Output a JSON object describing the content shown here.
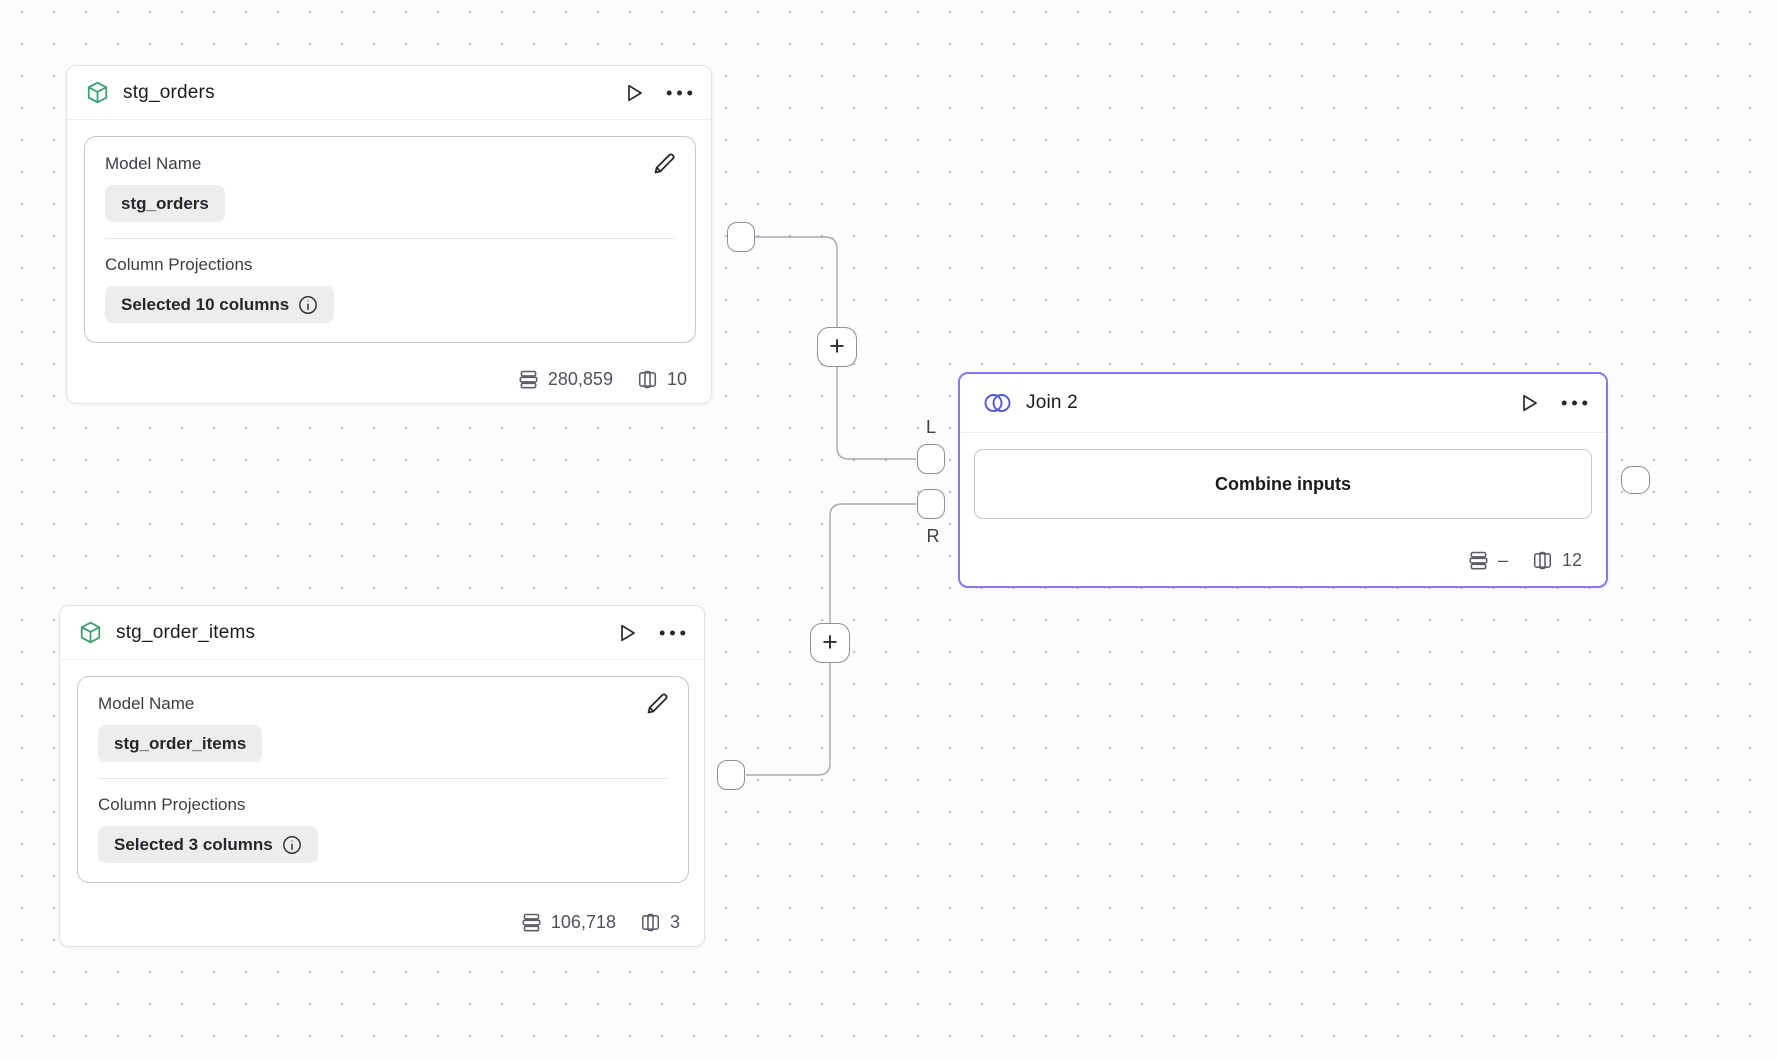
{
  "nodes": {
    "stg_orders": {
      "title": "stg_orders",
      "model_name": {
        "label": "Model Name",
        "value": "stg_orders"
      },
      "column_projections": {
        "label": "Column Projections",
        "value": "Selected 10 columns"
      },
      "stats": {
        "rows": "280,859",
        "columns": "10"
      }
    },
    "stg_order_items": {
      "title": "stg_order_items",
      "model_name": {
        "label": "Model Name",
        "value": "stg_order_items"
      },
      "column_projections": {
        "label": "Column Projections",
        "value": "Selected 3 columns"
      },
      "stats": {
        "rows": "106,718",
        "columns": "3"
      }
    },
    "join_2": {
      "title": "Join 2",
      "button_label": "Combine inputs",
      "stats": {
        "rows": "–",
        "columns": "12"
      }
    }
  },
  "connections": {
    "left_label": "L",
    "right_label": "R",
    "add_step_label": "+"
  },
  "icons": {
    "model_type": "cube-icon",
    "join_type": "join-circles-icon",
    "run": "play-icon",
    "menu": "ellipsis-icon",
    "edit": "pencil-icon",
    "info": "info-icon",
    "rows": "table-rows-icon",
    "columns": "table-columns-icon"
  },
  "colors": {
    "model_accent_green": "#3e9e70",
    "join_border_purple": "#8678f3",
    "join_icon_indigo": "#5457d8",
    "edge_gray": "#aba6b0",
    "canvas_background": "#fcfcfc"
  }
}
